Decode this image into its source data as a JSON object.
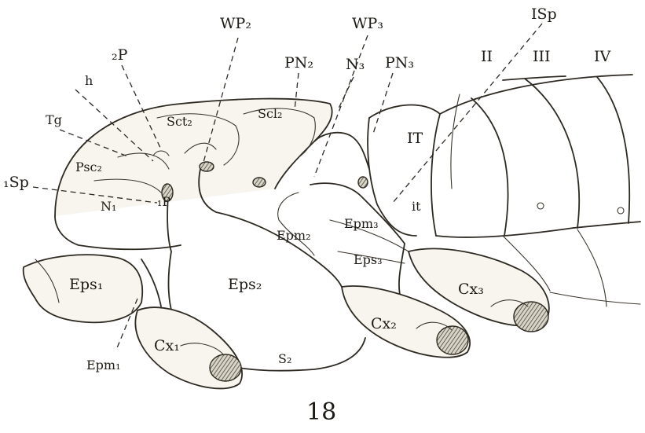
{
  "figure_number": "18",
  "labels": {
    "wp2": "WP₂",
    "wp3": "WP₃",
    "isp_top": "ISp",
    "pn2": "PN₂",
    "n3": "N₃",
    "pn3": "PN₃",
    "seg2": "II",
    "seg3": "III",
    "seg4": "IV",
    "p2": "₂P",
    "tg": "Tg",
    "h": "h",
    "sct2": "Sct₂",
    "scl2": "Scl₂",
    "it_upper": "IT",
    "psc2": "Psc₂",
    "sp1": "₁Sp",
    "n1": "N₁",
    "p1": "₁P",
    "it_lower": "it",
    "epm2": "Epm₂",
    "epm3": "Epm₃",
    "eps3": "Eps₃",
    "eps1": "Eps₁",
    "eps2": "Eps₂",
    "cx3": "Cx₃",
    "cx2": "Cx₂",
    "cx1": "Cx₁",
    "epm1": "Epm₁",
    "s2": "S₂"
  }
}
